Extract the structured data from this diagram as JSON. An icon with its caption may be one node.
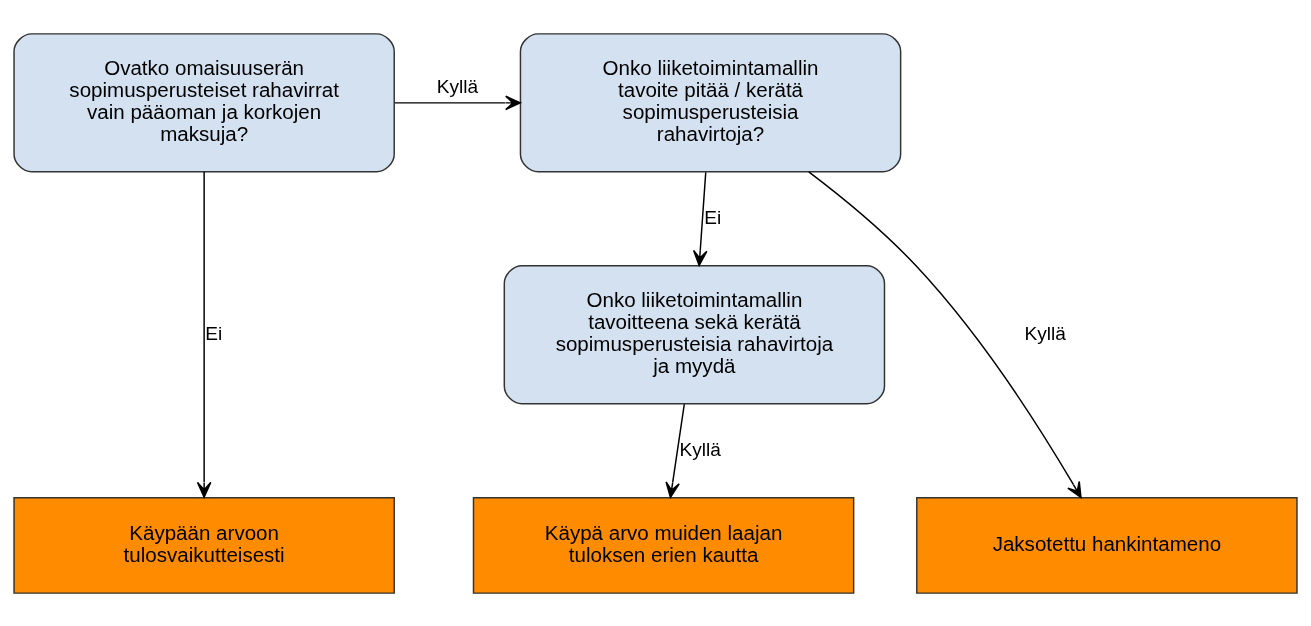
{
  "diagram": {
    "nodes": [
      {
        "text": [
          "Ovatko omaisuuserän sopimusperusteiset rahavirrat vain pääoman ja korkojen maksuja?"
        ]
      },
      {
        "text": [
          "Onko liiketoimintamallin tavoite pitää / kerätä sopimusperusteisia rahavirtoja?"
        ]
      },
      {
        "text": [
          "Onko liiketoimintamallin tavoitteena sekä kerätä sopimusperusteisia rahavirtoja ja myydä"
        ]
      },
      {
        "text": [
          "Käypään arvoon tulosvaikutteisesti"
        ]
      },
      {
        "text": [
          "Käypä arvo muiden laajan tuloksen erien kautta"
        ]
      },
      {
        "text": [
          "Jaksotettu hankintameno"
        ]
      }
    ],
    "edges": [
      {
        "from": 0,
        "to": 1,
        "arrow": "to",
        "label": "Kyllä"
      },
      {
        "from": 1,
        "to": 2,
        "arrow": "to",
        "label": "Ei"
      },
      {
        "from": 0,
        "to": 3,
        "arrow": "to",
        "label": "Ei"
      },
      {
        "from": 2,
        "to": 4,
        "arrow": "to",
        "label": "Kyllä"
      },
      {
        "from": 1,
        "to": 5,
        "arrow": "to",
        "label": "Kyllä"
      }
    ]
  }
}
